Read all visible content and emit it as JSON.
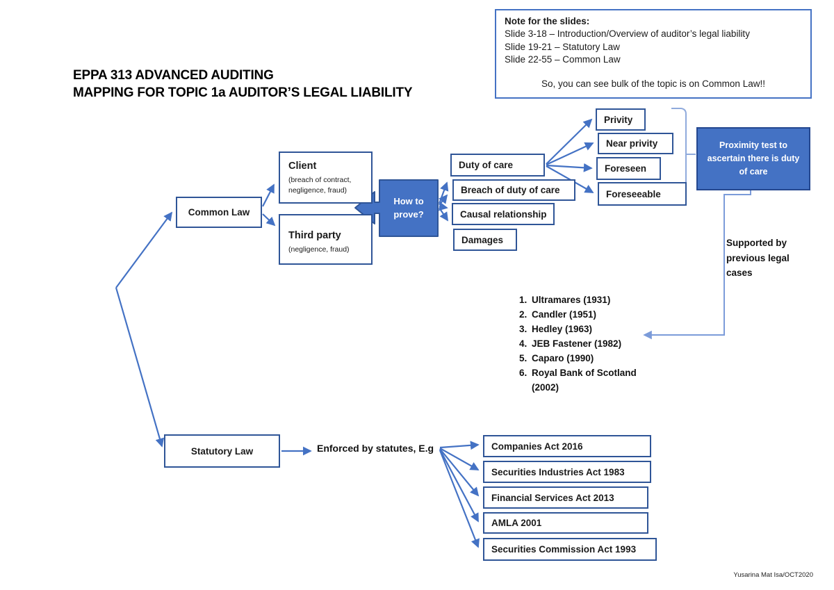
{
  "title": {
    "line1": "EPPA 313 ADVANCED AUDITING",
    "line2": "MAPPING FOR TOPIC 1a AUDITOR’S LEGAL LIABILITY"
  },
  "note": {
    "heading": "Note for the slides:",
    "lines": [
      "Slide 3-18 – Introduction/Overview of auditor’s legal liability",
      "Slide 19-21 – Statutory Law",
      "Slide 22-55 – Common Law"
    ],
    "conclusion": "So, you can see bulk of the topic is on Common Law!!"
  },
  "nodes": {
    "common_law": "Common Law",
    "statutory_law": "Statutory Law",
    "client": {
      "title": "Client",
      "subtitle": "(breach of contract, negligence, fraud)"
    },
    "third_party": {
      "title": "Third party",
      "subtitle": "(negligence, fraud)"
    },
    "how_to_prove": "How to prove?",
    "proof_elements": [
      "Duty of care",
      "Breach of duty of care",
      "Causal relationship",
      "Damages"
    ],
    "proximity_levels": [
      "Privity",
      "Near privity",
      "Foreseen",
      "Foreseeable"
    ],
    "proximity_test": "Proximity test to ascertain there is duty of care",
    "supported_by": "Supported by previous legal cases",
    "cases": [
      "Ultramares (1931)",
      "Candler (1951)",
      "Hedley (1963)",
      "JEB Fastener (1982)",
      "Caparo (1990)",
      "Royal Bank of Scotland (2002)"
    ],
    "enforced_by": "Enforced by statutes, E.g",
    "statutes": [
      "Companies Act 2016",
      "Securities Industries Act 1983",
      "Financial Services Act 2013",
      "AMLA 2001",
      "Securities Commission Act 1993"
    ]
  },
  "footer": "Yusarina Mat Isa/OCT2020",
  "colors": {
    "accent_fill": "#4472C4",
    "box_border": "#2F5597",
    "arrow": "#4472C4",
    "light_connector": "#8FAADC"
  }
}
